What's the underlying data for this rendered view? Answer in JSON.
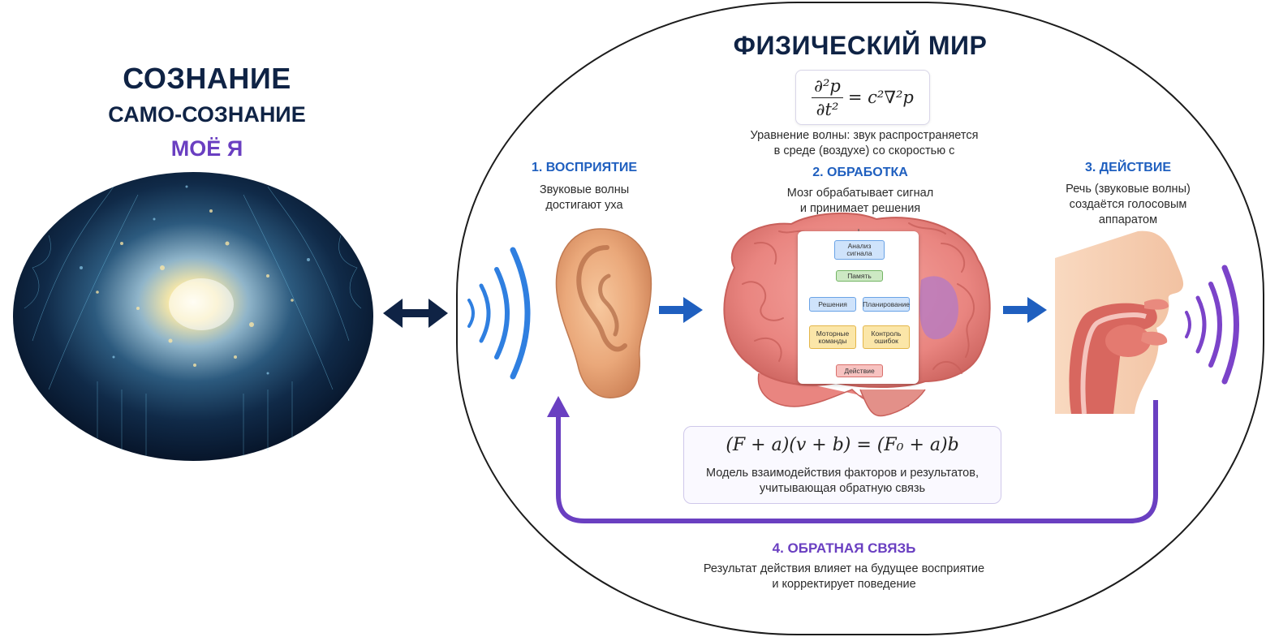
{
  "consciousness": {
    "title": "СОЗНАНИЕ",
    "subtitle": "САМО-СОЗНАНИЕ",
    "self": "МОЁ Я"
  },
  "physical_world": {
    "title": "ФИЗИЧЕСКИЙ МИР",
    "wave_equation": {
      "lhs_num": "∂²p",
      "lhs_den": "∂t²",
      "rhs": "= c²∇²p",
      "caption_line1": "Уравнение волны: звук распространяется",
      "caption_line2": "в среде (воздухе) со скоростью c"
    }
  },
  "steps": [
    {
      "title": "1. ВОСПРИЯТИЕ",
      "line1": "Звуковые волны",
      "line2": "достигают уха"
    },
    {
      "title": "2. ОБРАБОТКА",
      "line1": "Мозг обрабатывает сигнал",
      "line2": "и принимает решения"
    },
    {
      "title": "3. ДЕЙСТВИЕ",
      "line1": "Речь (звуковые волны)",
      "line2": "создаётся голосовым",
      "line3": "аппаратом"
    }
  ],
  "flowchart": {
    "analysis": "Анализ сигнала",
    "memory": "Память",
    "decisions": "Решения",
    "planning": "Планирование",
    "motor": "Моторные команды",
    "error_control": "Контроль ошибок",
    "action": "Действие"
  },
  "feedback_model": {
    "equation": "(F + a)(v + b) = (F₀ + a)b",
    "caption_line1": "Модель взаимодействия факторов и результатов,",
    "caption_line2": "учитывающая обратную связь"
  },
  "feedback": {
    "title": "4. ОБРАТНАЯ СВЯЗЬ",
    "line1": "Результат действия влияет на будущее восприятие",
    "line2": "и корректирует поведение"
  },
  "colors": {
    "navy": "#0f2345",
    "blue": "#1f5fbf",
    "purple": "#6a3fc1",
    "wave_blue": "#2f7fe0",
    "wave_purple": "#7b43c9"
  },
  "icons": [
    "cosmic-head-illustration",
    "ear-illustration",
    "brain-illustration",
    "mouth-vocal-tract-illustration",
    "sound-wave-icon",
    "double-arrow-icon",
    "arrow-right-icon",
    "feedback-arrow-icon"
  ]
}
